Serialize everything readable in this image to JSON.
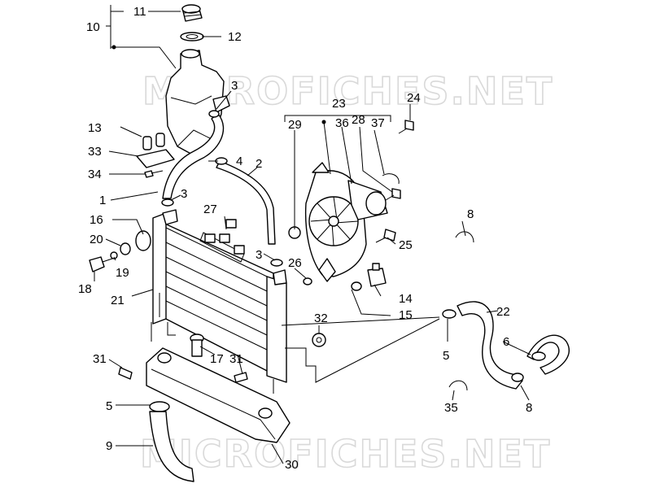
{
  "watermark": {
    "top": "MICROFICHES.NET",
    "bottom": "MICROFICHES.NET"
  },
  "callouts": [
    {
      "id": "c11",
      "text": "11"
    },
    {
      "id": "c10",
      "text": "10"
    },
    {
      "id": "c12",
      "text": "12"
    },
    {
      "id": "c3a",
      "text": "3"
    },
    {
      "id": "c23",
      "text": "23"
    },
    {
      "id": "c24",
      "text": "24"
    },
    {
      "id": "c29",
      "text": "29"
    },
    {
      "id": "c36",
      "text": "36"
    },
    {
      "id": "c28",
      "text": "28"
    },
    {
      "id": "c37",
      "text": "37"
    },
    {
      "id": "c13",
      "text": "13"
    },
    {
      "id": "c33",
      "text": "33"
    },
    {
      "id": "c34",
      "text": "34"
    },
    {
      "id": "c4",
      "text": "4"
    },
    {
      "id": "c2",
      "text": "2"
    },
    {
      "id": "c1",
      "text": "1"
    },
    {
      "id": "c3b",
      "text": "3"
    },
    {
      "id": "c27",
      "text": "27"
    },
    {
      "id": "c8a",
      "text": "8"
    },
    {
      "id": "c16",
      "text": "16"
    },
    {
      "id": "c20",
      "text": "20"
    },
    {
      "id": "c19",
      "text": "19"
    },
    {
      "id": "c18",
      "text": "18"
    },
    {
      "id": "c3c",
      "text": "3"
    },
    {
      "id": "c26",
      "text": "26"
    },
    {
      "id": "c25",
      "text": "25"
    },
    {
      "id": "c14",
      "text": "14"
    },
    {
      "id": "c21",
      "text": "21"
    },
    {
      "id": "c15",
      "text": "15"
    },
    {
      "id": "c22",
      "text": "22"
    },
    {
      "id": "c32",
      "text": "32"
    },
    {
      "id": "c6",
      "text": "6"
    },
    {
      "id": "c5a",
      "text": "5"
    },
    {
      "id": "c31a",
      "text": "31"
    },
    {
      "id": "c17",
      "text": "17"
    },
    {
      "id": "c31b",
      "text": "31"
    },
    {
      "id": "c5b",
      "text": "5"
    },
    {
      "id": "c35",
      "text": "35"
    },
    {
      "id": "c8b",
      "text": "8"
    },
    {
      "id": "c9",
      "text": "9"
    },
    {
      "id": "c30",
      "text": "30"
    }
  ]
}
